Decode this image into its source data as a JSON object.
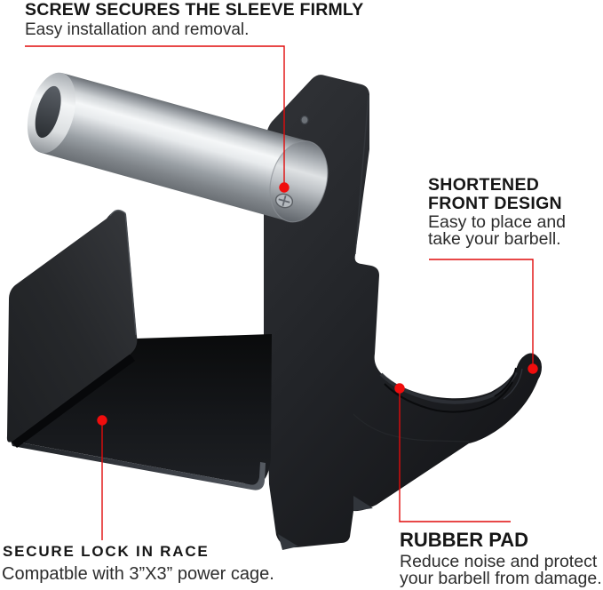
{
  "accent_color": "#e60d0d",
  "callouts": {
    "screw": {
      "title": "SCREW SECURES THE SLEEVE FIRMLY",
      "body": "Easy installation and removal."
    },
    "front_design": {
      "title_lines": [
        "SHORTENED",
        "FRONT DESIGN"
      ],
      "body_lines": [
        "Easy to place and",
        "take your barbell."
      ]
    },
    "secure_lock": {
      "title": "SECURE LOCK IN RACE",
      "body": "Compatble with 3”X3” power cage."
    },
    "rubber_pad": {
      "title": "RUBBER PAD",
      "body_lines": [
        "Reduce noise and protect",
        "your barbell from damage."
      ]
    }
  },
  "product_colors": {
    "body_black": "#1e2023",
    "metal_silver": "#d9dcdf"
  }
}
